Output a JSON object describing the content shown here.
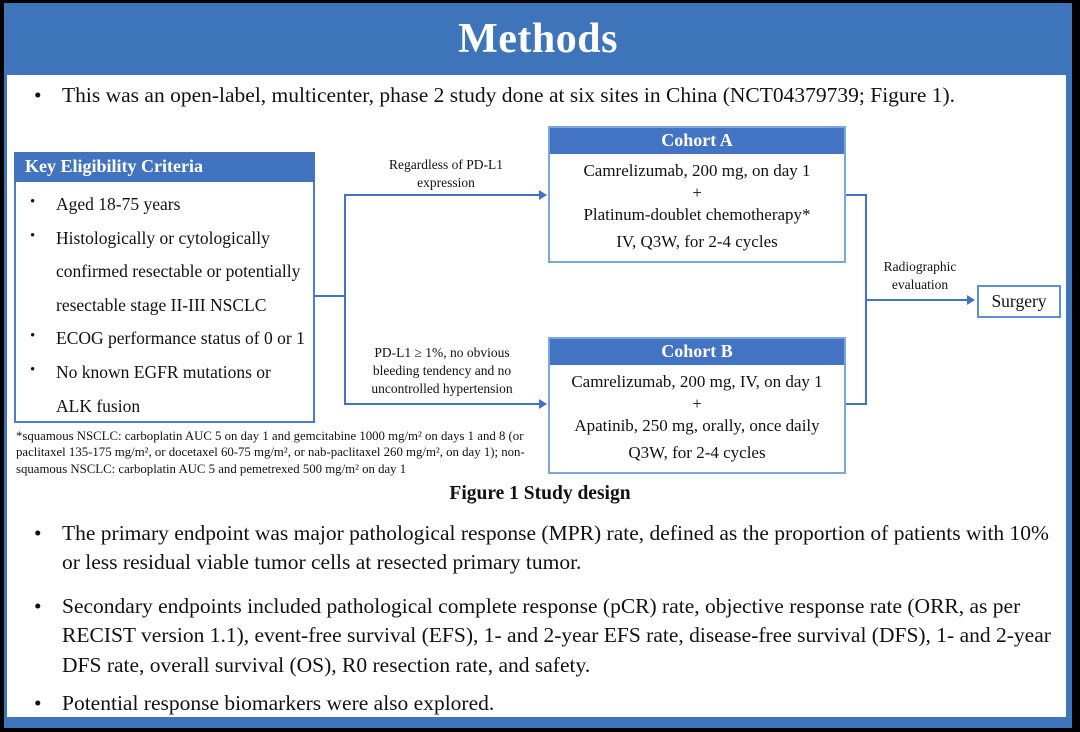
{
  "title": "Methods",
  "glyphs": {
    "bullet": "•"
  },
  "colors": {
    "bar_blue": "#3E74B9",
    "box_header_blue": "#4374C4",
    "line_blue": "#4472C4",
    "cohort_border": "#7DA6DD",
    "background_frame": "#000000"
  },
  "intro_bullet": "This was an open-label, multicenter, phase 2 study done at six sites in China (NCT04379739; Figure 1).",
  "figure": {
    "eligibility": {
      "header": "Key  Eligibility Criteria",
      "items": [
        "Aged 18-75 years",
        "Histologically or cytologically confirmed resectable or potentially resectable stage II-III NSCLC",
        "ECOG performance status of 0 or 1",
        "No known EGFR mutations or ALK fusion"
      ]
    },
    "branch_top_label": "Regardless of PD-L1 expression",
    "branch_bottom_label": "PD-L1 ≥ 1%, no obvious bleeding tendency and no uncontrolled hypertension",
    "cohort_a": {
      "header": "Cohort A",
      "line1": "Camrelizumab, 200 mg, on day 1",
      "plus": "+",
      "line2": "Platinum-doublet chemotherapy*",
      "line3": "IV, Q3W, for 2-4 cycles"
    },
    "cohort_b": {
      "header": "Cohort B",
      "line1": "Camrelizumab, 200 mg, IV, on day 1",
      "plus": "+",
      "line2": "Apatinib, 250 mg, orally, once daily",
      "line3": "Q3W, for 2-4 cycles"
    },
    "radiographic_label": "Radiographic evaluation",
    "surgery_label": "Surgery",
    "footnote": "*squamous NSCLC: carboplatin AUC 5 on day 1 and gemcitabine 1000 mg/m² on days 1 and 8 (or paclitaxel 135-175 mg/m², or docetaxel 60-75 mg/m², or nab-paclitaxel 260 mg/m², on day 1); non-squamous NSCLC: carboplatin AUC 5 and pemetrexed 500 mg/m² on day 1",
    "caption": "Figure 1 Study design"
  },
  "endpoint_bullets": [
    "The primary endpoint was major pathological response (MPR) rate, defined as the proportion of patients with 10% or less residual viable tumor cells at resected primary tumor.",
    "Secondary endpoints included pathological complete response (pCR) rate, objective response rate (ORR, as per RECIST version 1.1), event-free survival (EFS), 1- and 2-year EFS rate, disease-free survival (DFS), 1- and 2-year DFS rate, overall survival (OS), R0 resection rate, and safety.",
    "Potential response biomarkers were also explored."
  ]
}
